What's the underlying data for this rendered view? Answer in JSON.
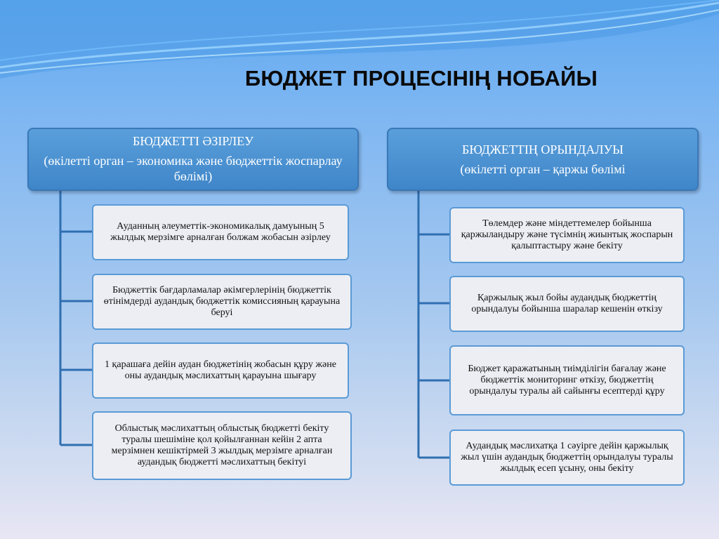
{
  "title": "БЮДЖЕТ ПРОЦЕСІНІҢ НОБАЙЫ",
  "left": {
    "header_title": "БЮДЖЕТТІ ӘЗІРЛЕУ",
    "header_sub": "(өкілетті орган –   экономика және бюджеттік жоспарлау бөлімі)",
    "items": [
      "Ауданның әлеуметтік-экономикалық  дамуының 5 жылдық мерзімге арналған болжам жобасын әзірлеу",
      "Бюджеттік бағдарламалар әкімгерлерінің бюджеттік өтінімдерді аудандық бюджеттік комиссияның қарауына беруі",
      "1 қарашаға дейін аудан бюджетінің жобасын құру және оны аудандық мәслихаттың қарауына шығару",
      "Облыстық мәслихаттың облыстық бюджетті бекіту туралы шешіміне қол қойылғаннан  кейін 2 апта мерзімнен кешіктірмей  3 жылдық мерзімге арналған  аудандық бюджетті мәслихаттың  бекітуі"
    ]
  },
  "right": {
    "header_title": "БЮДЖЕТТІҢ ОРЫНДАЛУЫ",
    "header_sub": "(өкілетті  орган – қаржы бөлімі",
    "items": [
      "Төлемдер және міндеттемелер бойынша қаржыландыру және  түсімнің жиынтық жоспарын қалыптастыру және бекіту",
      "Қаржылық жыл бойы аудандық бюджеттің орындалуы бойынша  шаралар кешенін өткізу",
      "Бюджет қаражатының тиімділігін бағалау және бюджеттік мониторинг өткізу, бюджеттің орындалуы туралы ай сайынғы есептерді  құру",
      "Аудандық мәслихатқа 1 сәуірге дейін қаржылық жыл үшін аудандық бюджеттің орындалуы туралы  жылдық есеп ұсыну, оны бекіту"
    ]
  },
  "colors": {
    "header_fill": "#4a92d4",
    "box_border": "#5a9ad6",
    "box_fill": "#eceef3",
    "connector": "#2f6fb0"
  }
}
